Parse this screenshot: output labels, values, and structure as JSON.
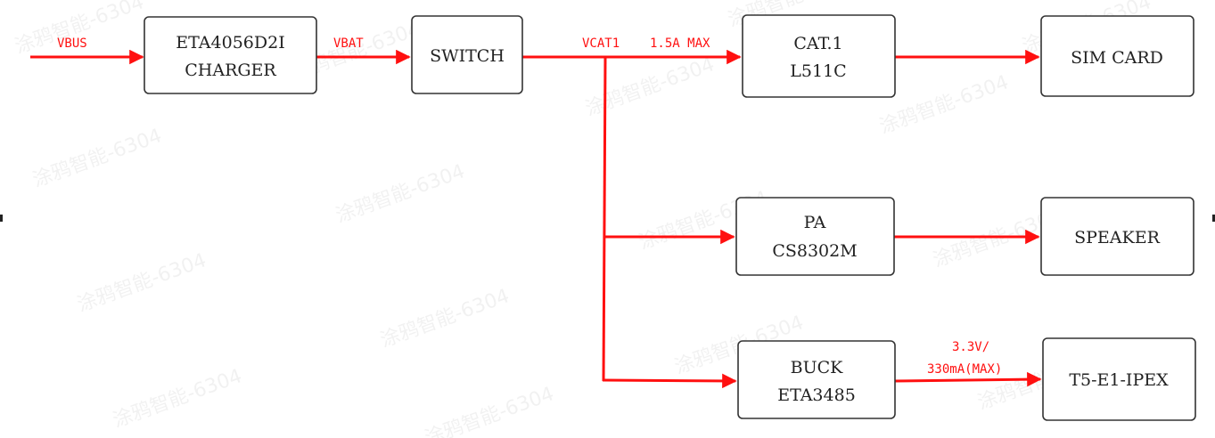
{
  "blocks": {
    "charger": [
      "ETA4056D2I",
      "CHARGER"
    ],
    "switch": [
      "SWITCH"
    ],
    "cat1": [
      "CAT.1",
      "L511C"
    ],
    "sim": [
      "SIM CARD"
    ],
    "pa": [
      "PA",
      "CS8302M"
    ],
    "speaker": [
      "SPEAKER"
    ],
    "buck": [
      "BUCK",
      "ETA3485"
    ],
    "module": [
      "T5-E1-IPEX"
    ]
  },
  "wire_labels": {
    "vbus": "VBUS",
    "vbat": "VBAT",
    "vcat1": "VCAT1",
    "current_max": "1.5A MAX",
    "buck_out_voltage": "3.3V/",
    "buck_out_current": "330mA(MAX)"
  },
  "watermark": "涂鸦智能-6304",
  "colors": {
    "wire": "#ff1010",
    "box_border": "#333333",
    "text": "#222222"
  }
}
